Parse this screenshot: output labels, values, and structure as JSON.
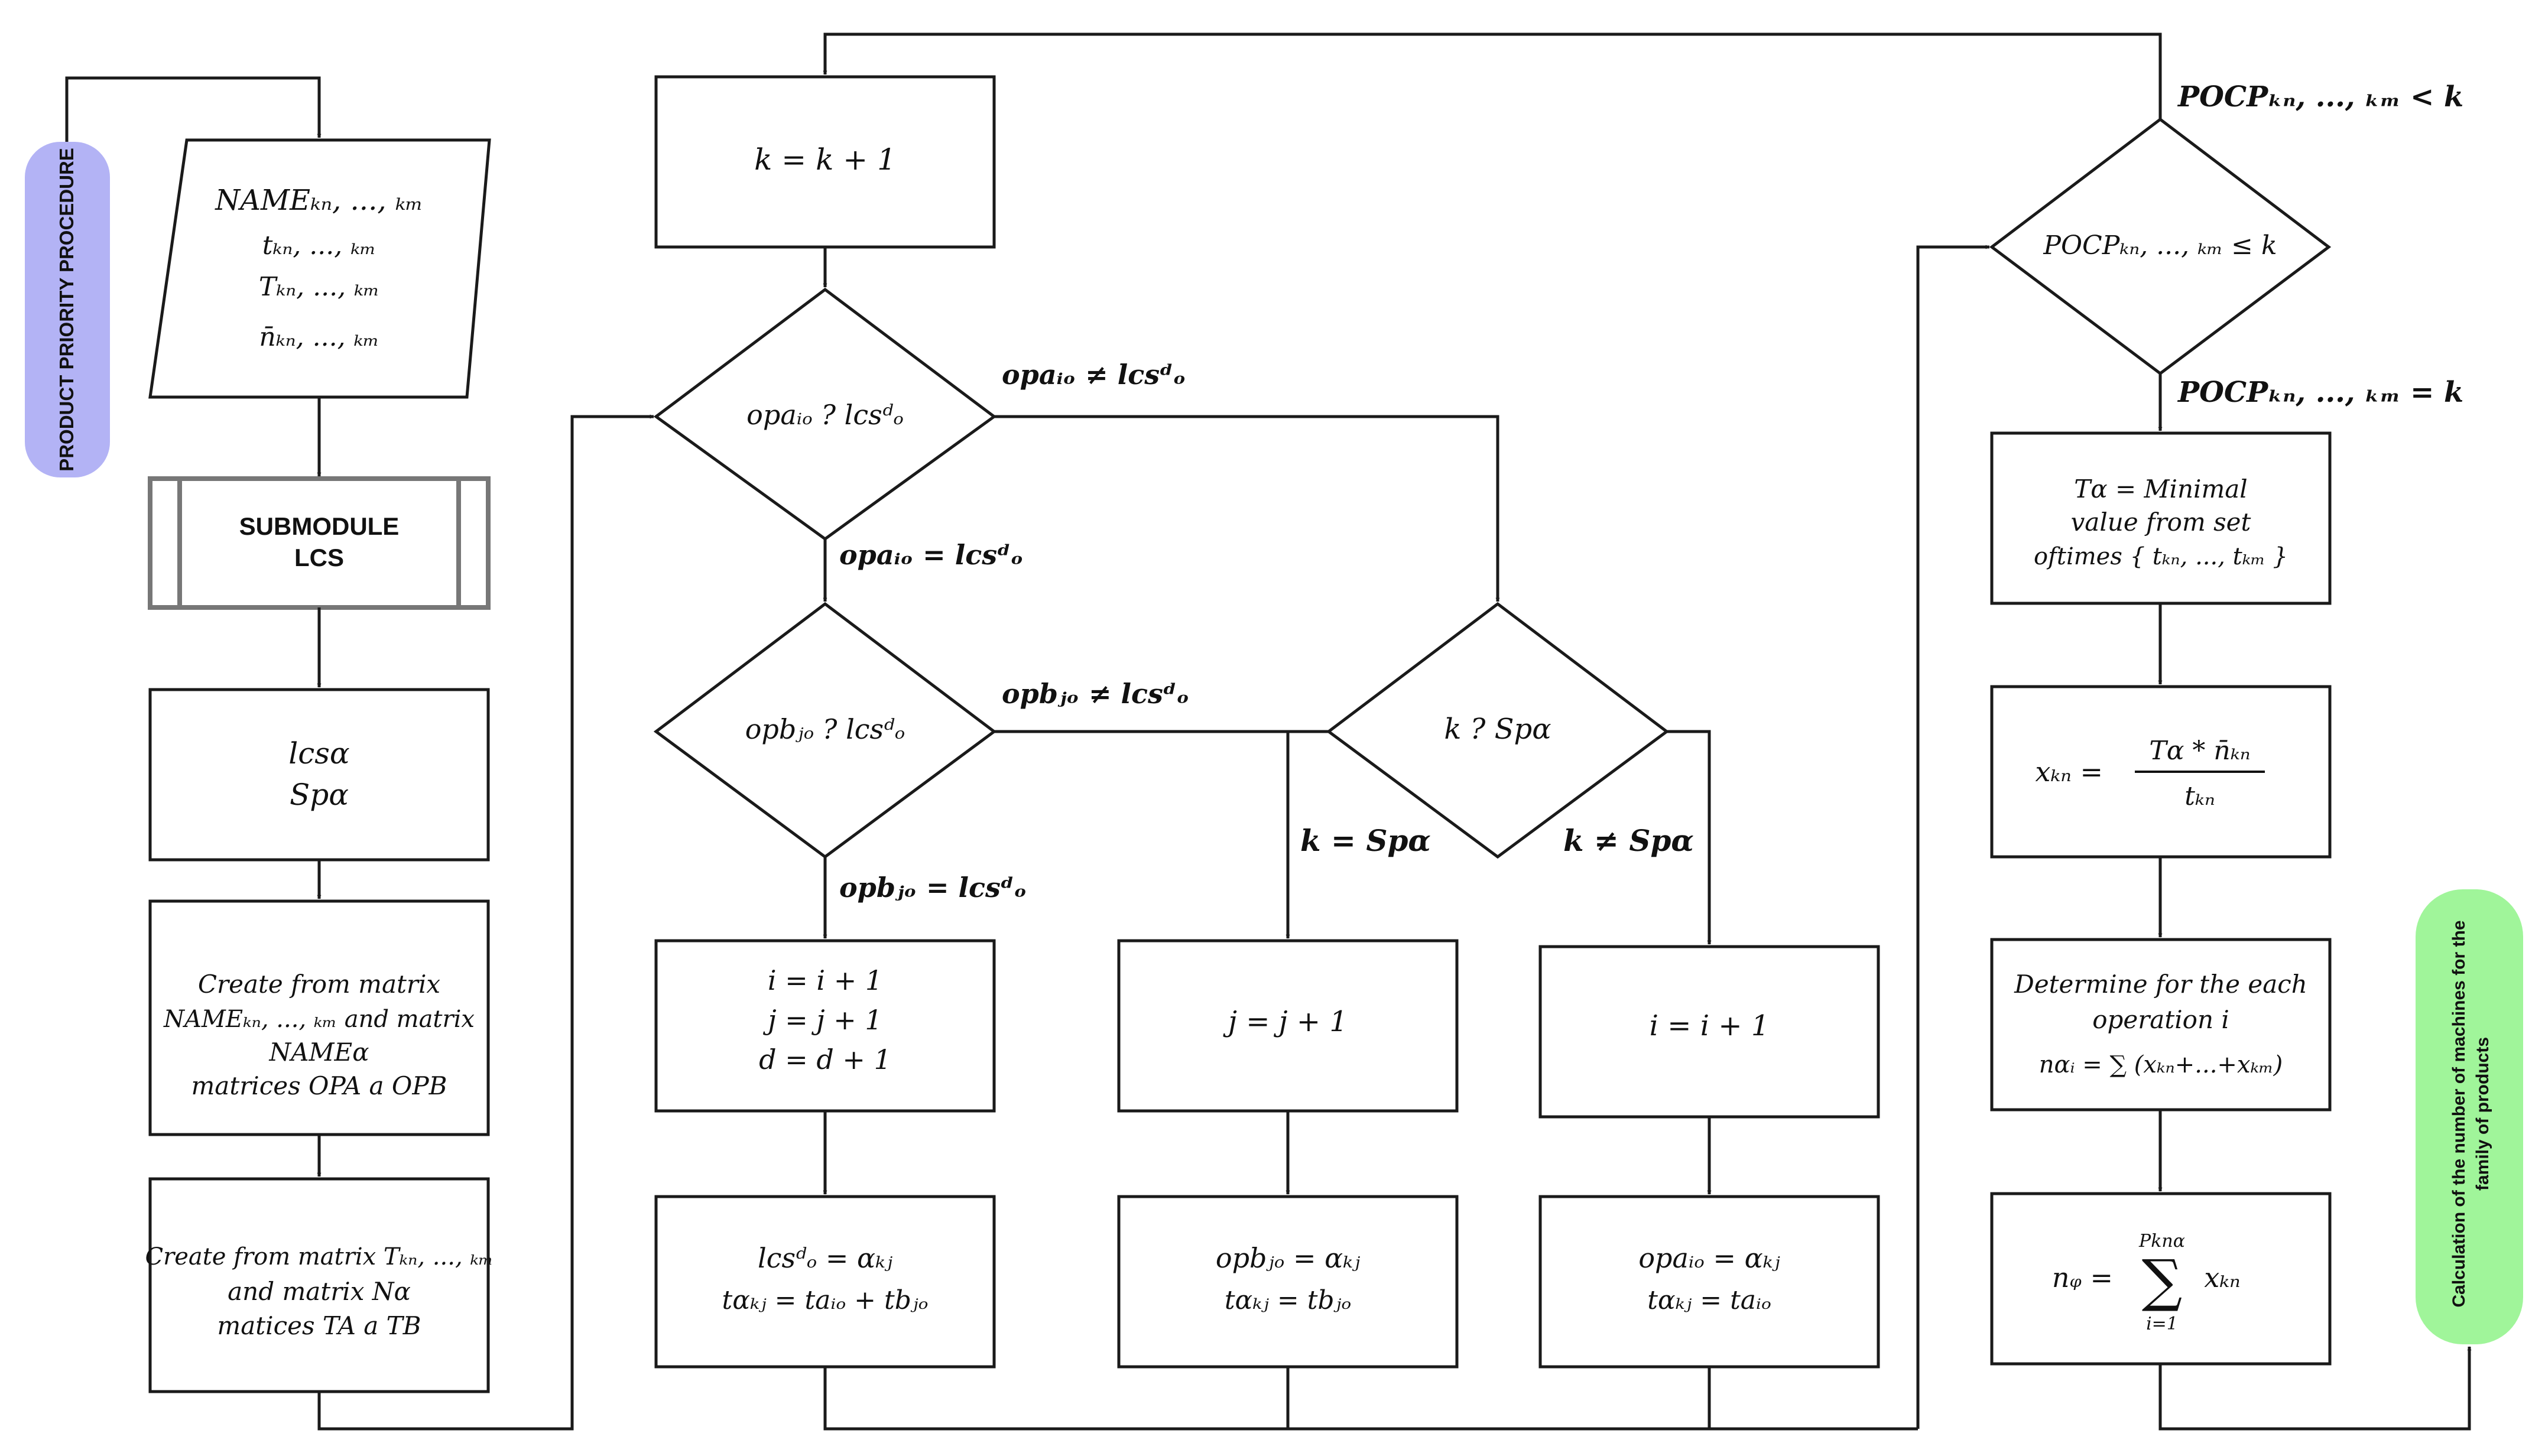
{
  "pills": {
    "left": {
      "text": "PRODUCT PRIORITY PROCEDURE",
      "color": "#b3b3f5"
    },
    "right": {
      "line1": "Calculation of the number of machines for the",
      "line2": "family of products",
      "color": "#a0f59a"
    }
  },
  "input_block": {
    "line1": "NAMEₖₙ, ..., ₖₘ",
    "line2": "tₖₙ, ..., ₖₘ",
    "line3": "Tₖₙ, ..., ₖₘ",
    "line4": "n̄ₖₙ, ..., ₖₘ"
  },
  "submodule": {
    "line1": "SUBMODULE",
    "line2": "LCS"
  },
  "lcs_block": {
    "line1": "lcsα",
    "line2": "Spα"
  },
  "create_opa_block": {
    "line1": "Create from matrix",
    "line2": "NAMEₖₙ, ..., ₖₘ and matrix",
    "line3": "NAMEα",
    "line4": "matrices OPA a OPB"
  },
  "create_ta_block": {
    "line1": "Create from matrix Tₖₙ, ..., ₖₘ",
    "line2": "and matrix Nα",
    "line3": "matices TA a TB"
  },
  "k_increment": {
    "text": "k = k + 1"
  },
  "decisions": {
    "opa": {
      "text": "opaᵢₒ ? lcsᵈₒ"
    },
    "opb": {
      "text": "opbⱼₒ ? lcsᵈₒ"
    },
    "k_sp": {
      "text": "k ? Spα"
    },
    "pocp": {
      "text": "POCPₖₙ, ..., ₖₘ ≤ k"
    }
  },
  "edge_labels": {
    "opa_neq": "opaᵢₒ ≠ lcsᵈₒ",
    "opa_eq": "opaᵢₒ = lcsᵈₒ",
    "opb_neq": "opbⱼₒ ≠ lcsᵈₒ",
    "opb_eq": "opbⱼₒ = lcsᵈₒ",
    "k_eq": "k = Spα",
    "k_neq": "k ≠ Spα",
    "pocp_lt": "POCPₖₙ, ..., ₖₘ < k",
    "pocp_eq": "POCPₖₙ, ..., ₖₘ = k"
  },
  "inc_ijd": {
    "line1": "i = i + 1",
    "line2": "j = j + 1",
    "line3": "d = d + 1"
  },
  "inc_j": {
    "text": "j = j + 1"
  },
  "inc_i": {
    "text": "i = i + 1"
  },
  "assign_lcs": {
    "line1": "lcsᵈₒ = αₖⱼ",
    "line2": "tαₖⱼ = taᵢₒ + tbⱼₒ"
  },
  "assign_opb": {
    "line1": "opbⱼₒ = αₖⱼ",
    "line2": "tαₖⱼ = tbⱼₒ"
  },
  "assign_opa": {
    "line1": "opaᵢₒ = αₖⱼ",
    "line2": "tαₖⱼ = taᵢₒ"
  },
  "t_min": {
    "line1": "Tα = Minimal",
    "line2": "value from set",
    "line3": "oftimes { tₖₙ, ..., tₖₘ }"
  },
  "x_formula": {
    "lhs": "xₖₙ =",
    "num": "Tα * n̄ₖₙ",
    "den": "tₖₙ"
  },
  "determine": {
    "line1": "Determine for the each",
    "line2": "operation i",
    "line3": "nαᵢ = ∑ (xₖₙ+...+xₖₘ)"
  },
  "nz_formula": {
    "lhs": "nᵩ =",
    "sigma": "∑",
    "upper": "Pknα",
    "lower": "i=1",
    "term": "xₖₙ"
  }
}
